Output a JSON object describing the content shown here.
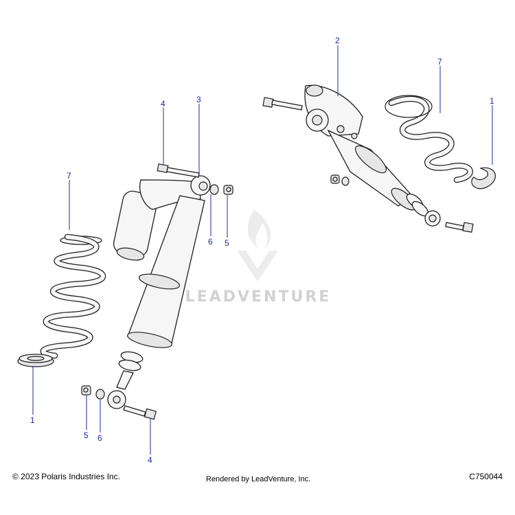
{
  "callouts": {
    "spring_left_label": "7",
    "retainer_left_label": "1",
    "bolt_upper_left_label": "4",
    "shock_left_label": "3",
    "washer_upper_left_label": "6",
    "nut_upper_left_label": "5",
    "nut_lower_left_label": "5",
    "washer_lower_left_label": "6",
    "bolt_lower_left_label": "4",
    "shock_right_label": "2",
    "spring_right_label": "7",
    "retainer_right_label": "1"
  },
  "watermark": "LEADVENTURE",
  "footer": {
    "copyright": "© 2023 Polaris Industries Inc.",
    "rendered_by": "Rendered by LeadVenture, Inc.",
    "diagram_code": "C750044"
  }
}
